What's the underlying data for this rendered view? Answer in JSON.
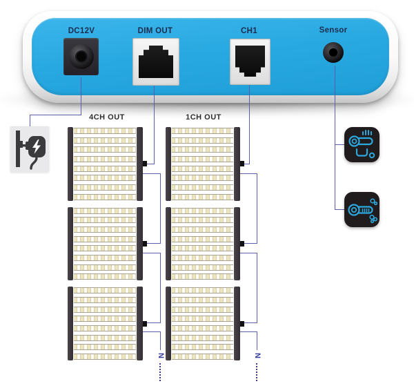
{
  "device": {
    "ports": [
      {
        "label": "DC12V",
        "type": "dc-barrel-jack"
      },
      {
        "label": "DIM OUT",
        "type": "rj45-jack"
      },
      {
        "label": "CH1",
        "type": "rj45-jack"
      },
      {
        "label": "Sensor",
        "type": "audio-jack"
      }
    ]
  },
  "outputs": {
    "columns": [
      {
        "label": "4CH OUT",
        "connected_port": "DIM OUT",
        "panel_count": 3,
        "strips_per_panel": 8,
        "more_marker": "N"
      },
      {
        "label": "1CH OUT",
        "connected_port": "CH1",
        "panel_count": 3,
        "strips_per_panel": 8,
        "more_marker": "N"
      }
    ]
  },
  "accessories": {
    "power_adapter_icon": "power-adapter",
    "sensor_icons": [
      "temperature-sensor",
      "humidity-sensor"
    ]
  },
  "colors": {
    "device_face": "#29a9e1",
    "wire": "#5a5da9",
    "marker": "#34399b",
    "label_text": "#1c2b4d",
    "panel_bar": "#39343b",
    "sensor_icon_bg": "#201c1d",
    "sensor_icon_stroke": "#2ba7de"
  }
}
